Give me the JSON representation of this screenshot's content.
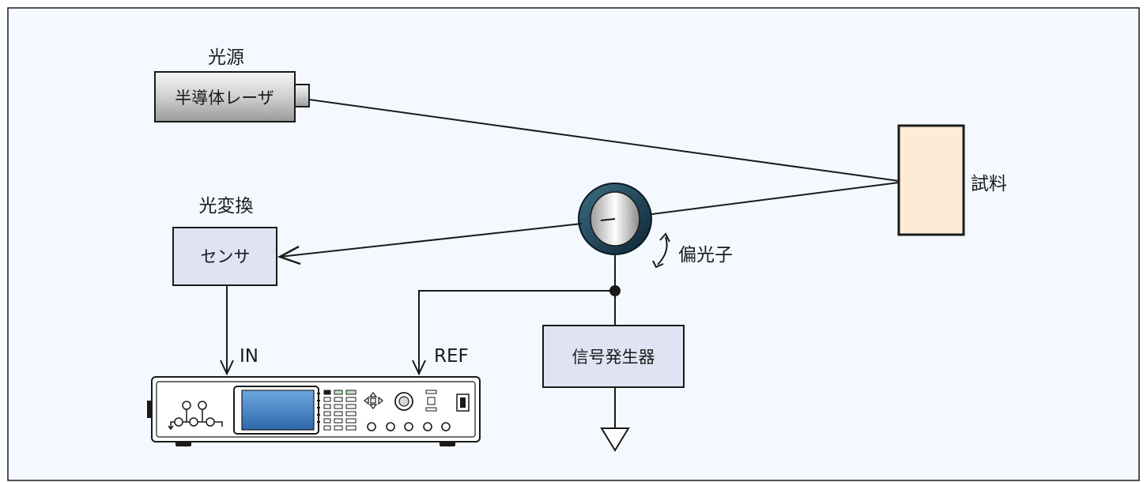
{
  "colors": {
    "background": "#f3f9fe",
    "frame": "#1a1a1a",
    "box_fill": "#dfe3f2",
    "sample_fill": "#fdebd7",
    "laser_fill": "#d6d6d6",
    "screen": "#3d7fc6",
    "line": "#1a1a1a"
  },
  "light_source": {
    "title": "光源",
    "device": "半導体レーザ"
  },
  "sample": {
    "label": "試料"
  },
  "converter": {
    "title": "光変換",
    "device": "センサ"
  },
  "polarizer": {
    "label": "偏光子"
  },
  "generator": {
    "label": "信号発生器"
  },
  "signals": {
    "input": "IN",
    "reference": "REF"
  },
  "icons": {
    "instrument": "lock-in-amplifier-icon",
    "polarizer": "polarizer-disc-icon",
    "rotation": "rotation-arrow-icon",
    "ground": "ground-triangle-icon",
    "junction": "junction-dot-icon"
  }
}
